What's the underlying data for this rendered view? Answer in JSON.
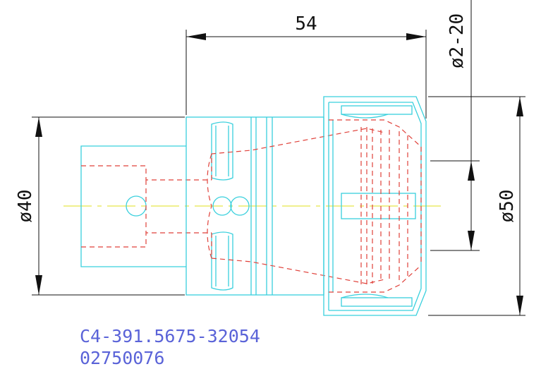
{
  "drawing": {
    "dimensions": {
      "length": "54",
      "collet_range": "ø2-20",
      "shank_diameter": "ø40",
      "nut_diameter": "ø50"
    },
    "part_number": "C4-391.5675-32054",
    "item_number": "02750076"
  }
}
